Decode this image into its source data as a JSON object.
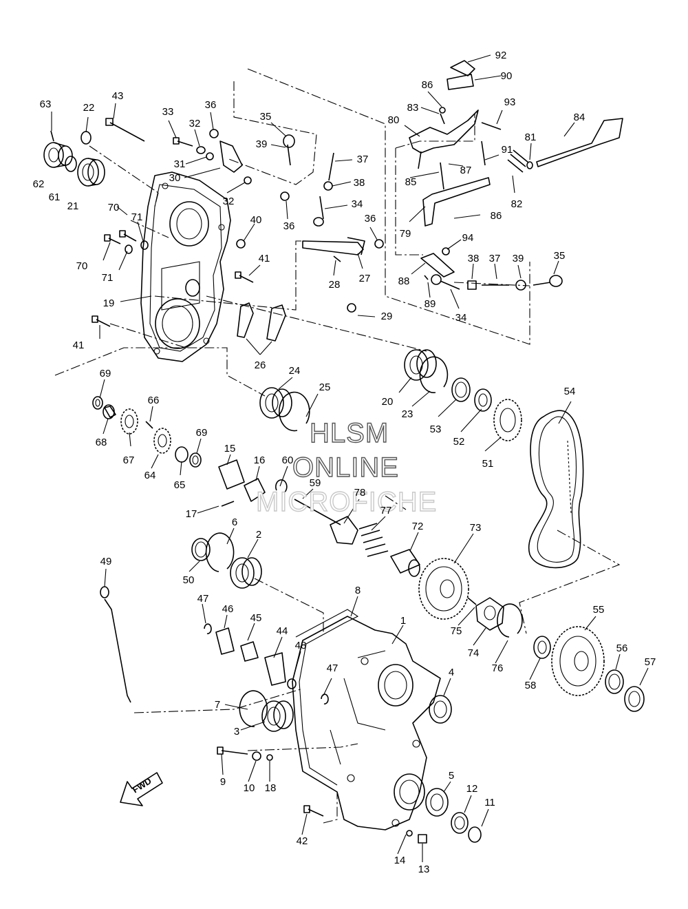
{
  "watermark": {
    "line1": "HLSM",
    "line2": "ONLINE",
    "line3": "MICROFICHE"
  },
  "direction_arrow": {
    "label": "FWD"
  },
  "callouts": [
    "1",
    "2",
    "3",
    "4",
    "5",
    "6",
    "7",
    "8",
    "9",
    "10",
    "11",
    "12",
    "13",
    "14",
    "15",
    "16",
    "17",
    "18",
    "19",
    "20",
    "21",
    "22",
    "23",
    "24",
    "25",
    "26",
    "27",
    "28",
    "29",
    "30",
    "31",
    "32",
    "32",
    "33",
    "34",
    "34",
    "35",
    "35",
    "36",
    "36",
    "36",
    "37",
    "37",
    "38",
    "38",
    "39",
    "39",
    "40",
    "41",
    "41",
    "42",
    "43",
    "44",
    "45",
    "46",
    "47",
    "47",
    "48",
    "49",
    "50",
    "51",
    "52",
    "53",
    "54",
    "55",
    "56",
    "57",
    "58",
    "59",
    "60",
    "61",
    "62",
    "63",
    "64",
    "65",
    "66",
    "67",
    "68",
    "69",
    "69",
    "70",
    "70",
    "71",
    "71",
    "72",
    "73",
    "74",
    "75",
    "76",
    "77",
    "78",
    "79",
    "80",
    "81",
    "82",
    "83",
    "84",
    "85",
    "86",
    "86",
    "87",
    "88",
    "89",
    "90",
    "91",
    "92",
    "93",
    "94"
  ]
}
